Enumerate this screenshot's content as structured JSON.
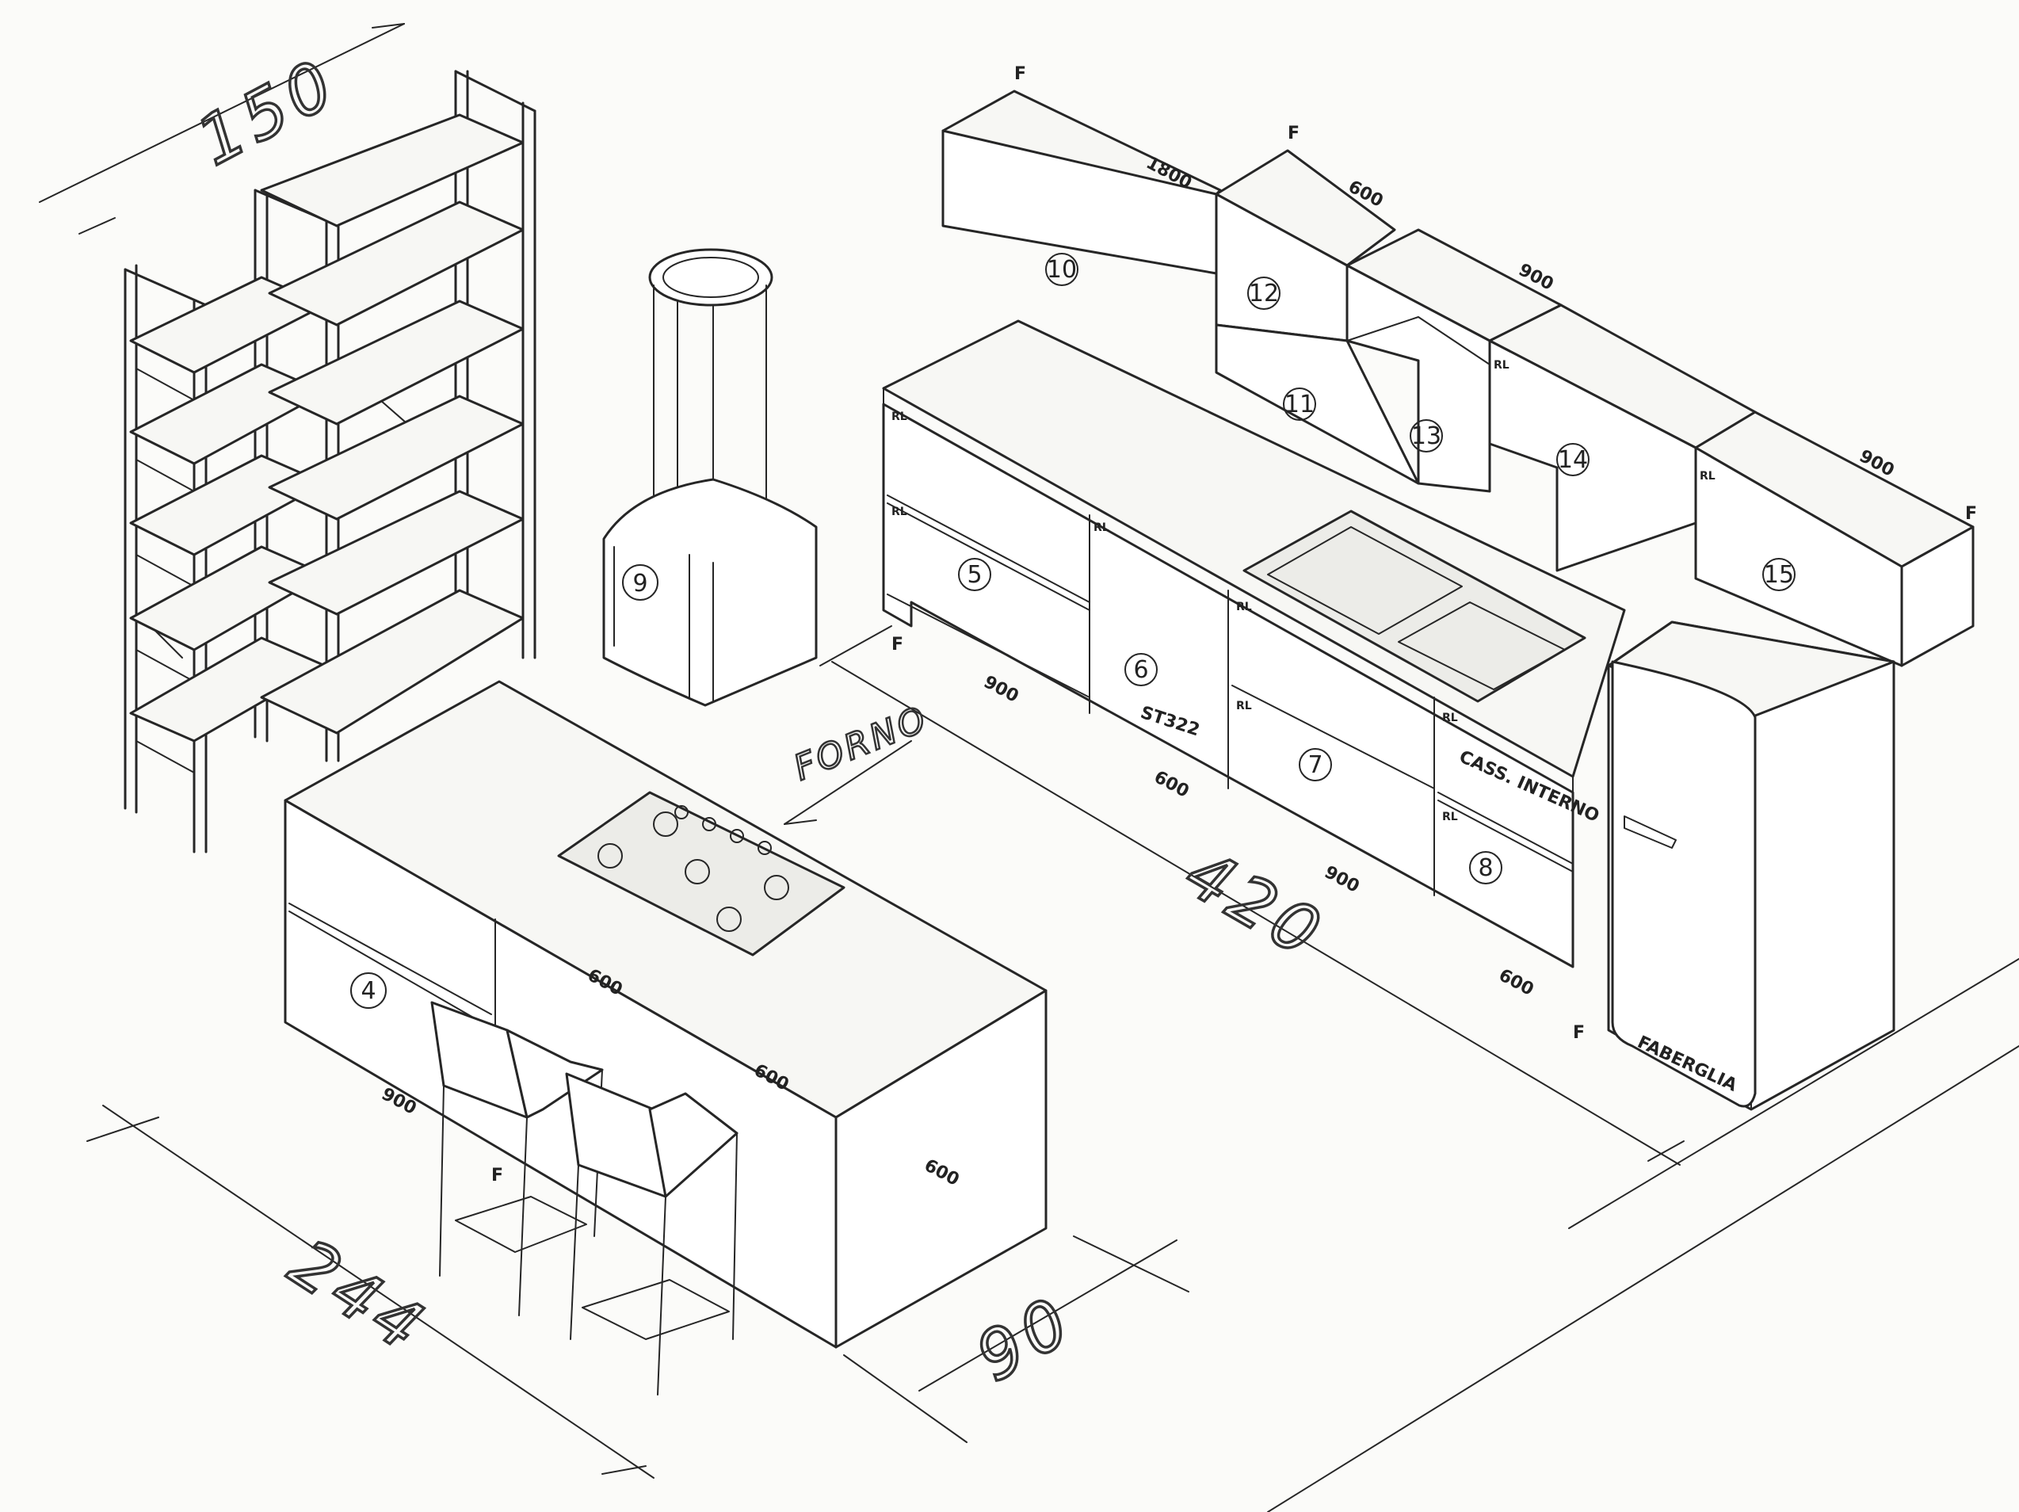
{
  "dimensions": {
    "shelf_width": "150",
    "wall_length": "420",
    "island_length": "244",
    "island_depth": "90"
  },
  "callouts": {
    "oven": "FORNO",
    "internal_drawer": "CASS. INTERNO",
    "module_6_code": "ST322",
    "fridge_brand": "FABERGLIA"
  },
  "module_numbers": [
    "4",
    "5",
    "6",
    "7",
    "8",
    "9",
    "10",
    "11",
    "12",
    "13",
    "14",
    "15"
  ],
  "widths": {
    "wall_unit_10": "1800",
    "wall_unit_12": "600",
    "wall_unit_13": "900",
    "wall_unit_15": "900",
    "base_5": "900",
    "base_6": "600",
    "base_7": "900",
    "base_8": "600",
    "island_front": "900",
    "island_mid_1": "600",
    "island_mid_2": "600",
    "island_end": "600"
  },
  "marks": {
    "f": "F",
    "rl": "RL"
  }
}
